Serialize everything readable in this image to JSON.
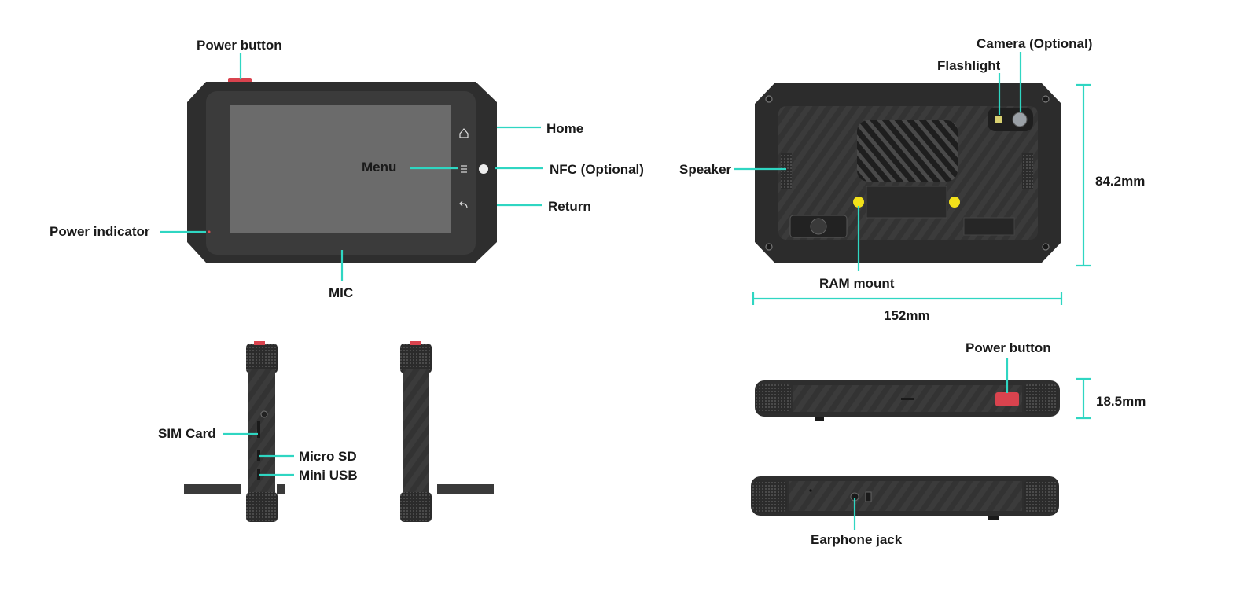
{
  "labels": {
    "power_button_front": "Power button",
    "home": "Home",
    "menu": "Menu",
    "nfc": "NFC (Optional)",
    "return": "Return",
    "power_indicator": "Power indicator",
    "mic": "MIC",
    "camera": "Camera (Optional)",
    "flashlight": "Flashlight",
    "speaker": "Speaker",
    "ram_mount": "RAM mount",
    "sim_card": "SIM Card",
    "micro_sd": "Micro SD",
    "mini_usb": "Mini USB",
    "power_button_top": "Power button",
    "earphone_jack": "Earphone jack"
  },
  "dimensions": {
    "height": "84.2mm",
    "width": "152mm",
    "thickness": "18.5mm"
  },
  "colors": {
    "accent": "#2fd6c2",
    "device_body": "#3a3a3a",
    "screen": "#6b6b6b",
    "power_button": "#d9434e",
    "ram_mount_dot": "#f2e11a"
  }
}
